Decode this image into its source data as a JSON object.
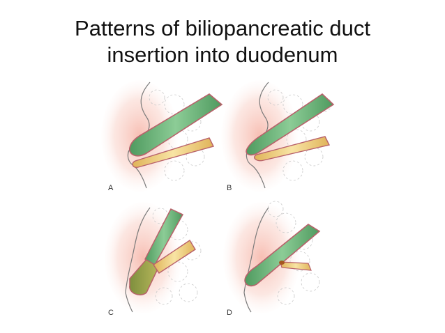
{
  "title": {
    "line1": "Patterns of biliopancreatic duct",
    "line2": "insertion into duodenum"
  },
  "panels": [
    {
      "label": "A"
    },
    {
      "label": "B"
    },
    {
      "label": "C"
    },
    {
      "label": "D"
    }
  ],
  "colors": {
    "bile_duct": "#6fb880",
    "pancreatic_duct": "#f0d27a",
    "duodenal_wall_glow": "#f6b3a6",
    "duct_wall": "#b8616a",
    "text": "#111111"
  }
}
